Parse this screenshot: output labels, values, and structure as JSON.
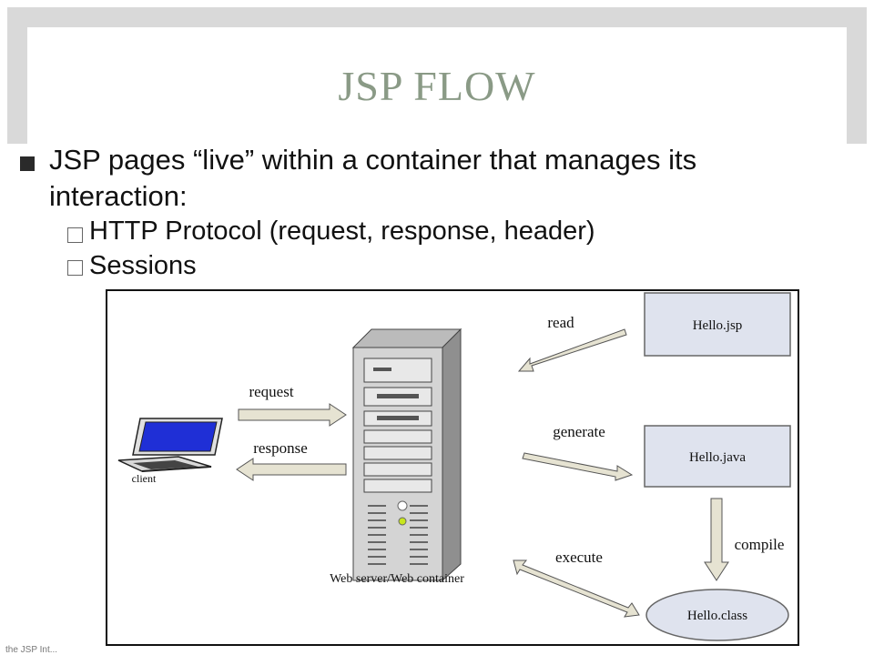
{
  "slide": {
    "title": "JSP FLOW",
    "bullet_main_line1": "JSP pages “live” within a container that manages its",
    "bullet_main_line2": "interaction:",
    "sub_bullets": [
      "HTTP Protocol (request, response, header)",
      "Sessions"
    ],
    "footer_note": "the JSP Int..."
  },
  "diagram": {
    "client_label": "client",
    "server_label": "Web server/Web container",
    "arrow_request": "request",
    "arrow_response": "response",
    "arrow_read": "read",
    "arrow_generate": "generate",
    "arrow_compile": "compile",
    "arrow_execute": "execute",
    "file_jsp": "Hello.jsp",
    "file_java": "Hello.java",
    "file_class": "Hello.class"
  },
  "colors": {
    "title": "#8a9a86",
    "frame": "#d9d9d9",
    "box_fill": "#dfe3ee",
    "screen": "#1f2fd6"
  }
}
